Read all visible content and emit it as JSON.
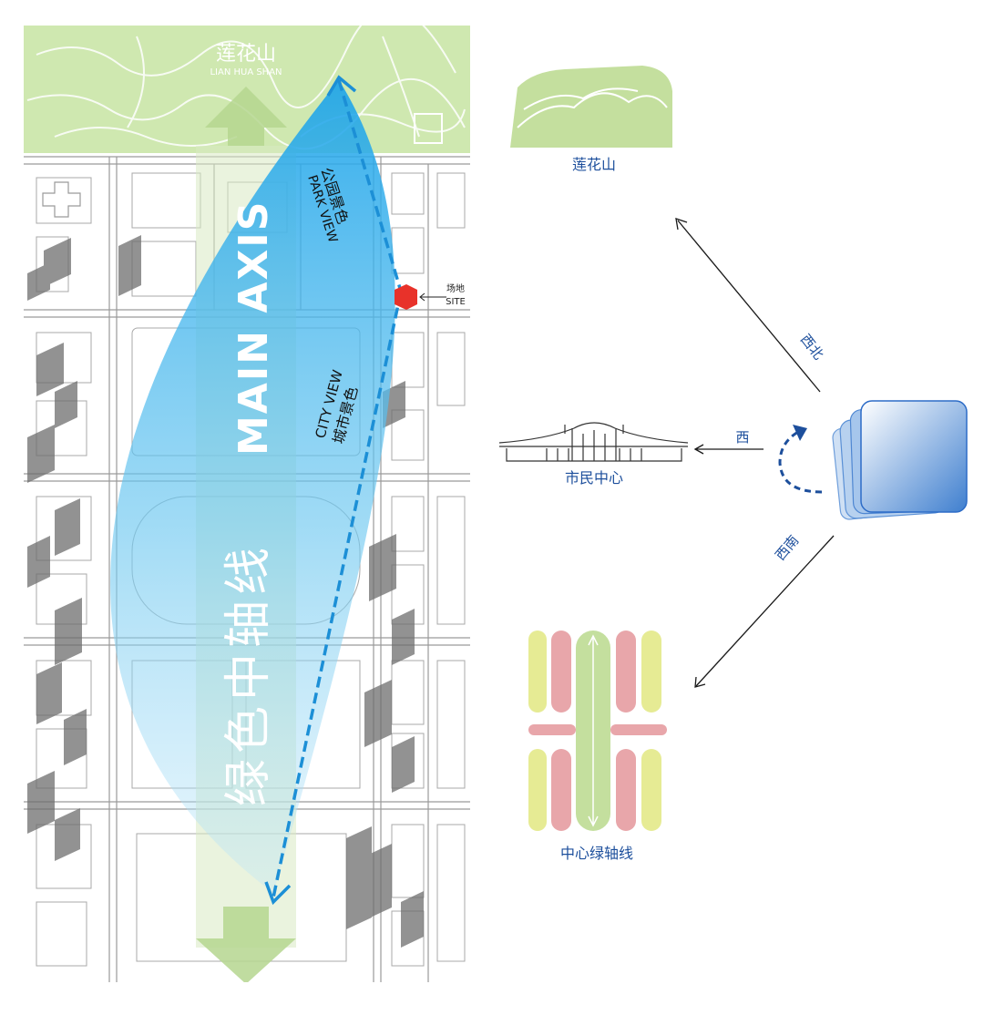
{
  "map": {
    "mountain_cn": "莲花山",
    "mountain_en": "LIAN HUA SHAN",
    "axis_en": "MAIN AXIS",
    "axis_cn": "绿色中轴线",
    "park_view_cn": "公园景色",
    "park_view_en": "PARK VIEW",
    "city_view_en": "CITY VIEW",
    "city_view_cn": "城市景色",
    "site_cn": "场地",
    "site_en": "SITE"
  },
  "legend": {
    "mountain_label": "莲花山",
    "civic_center_label": "市民中心",
    "green_axis_label": "中心绿轴线",
    "dir_northwest": "西北",
    "dir_west": "西",
    "dir_southwest": "西南"
  },
  "colors": {
    "accent_blue": "#1d4f9c",
    "green": "#c4df9e",
    "site_red": "#e8322a",
    "axis_blue": "#2aa6e8",
    "pink": "#e8a6aa",
    "yellow": "#e6eb94"
  }
}
